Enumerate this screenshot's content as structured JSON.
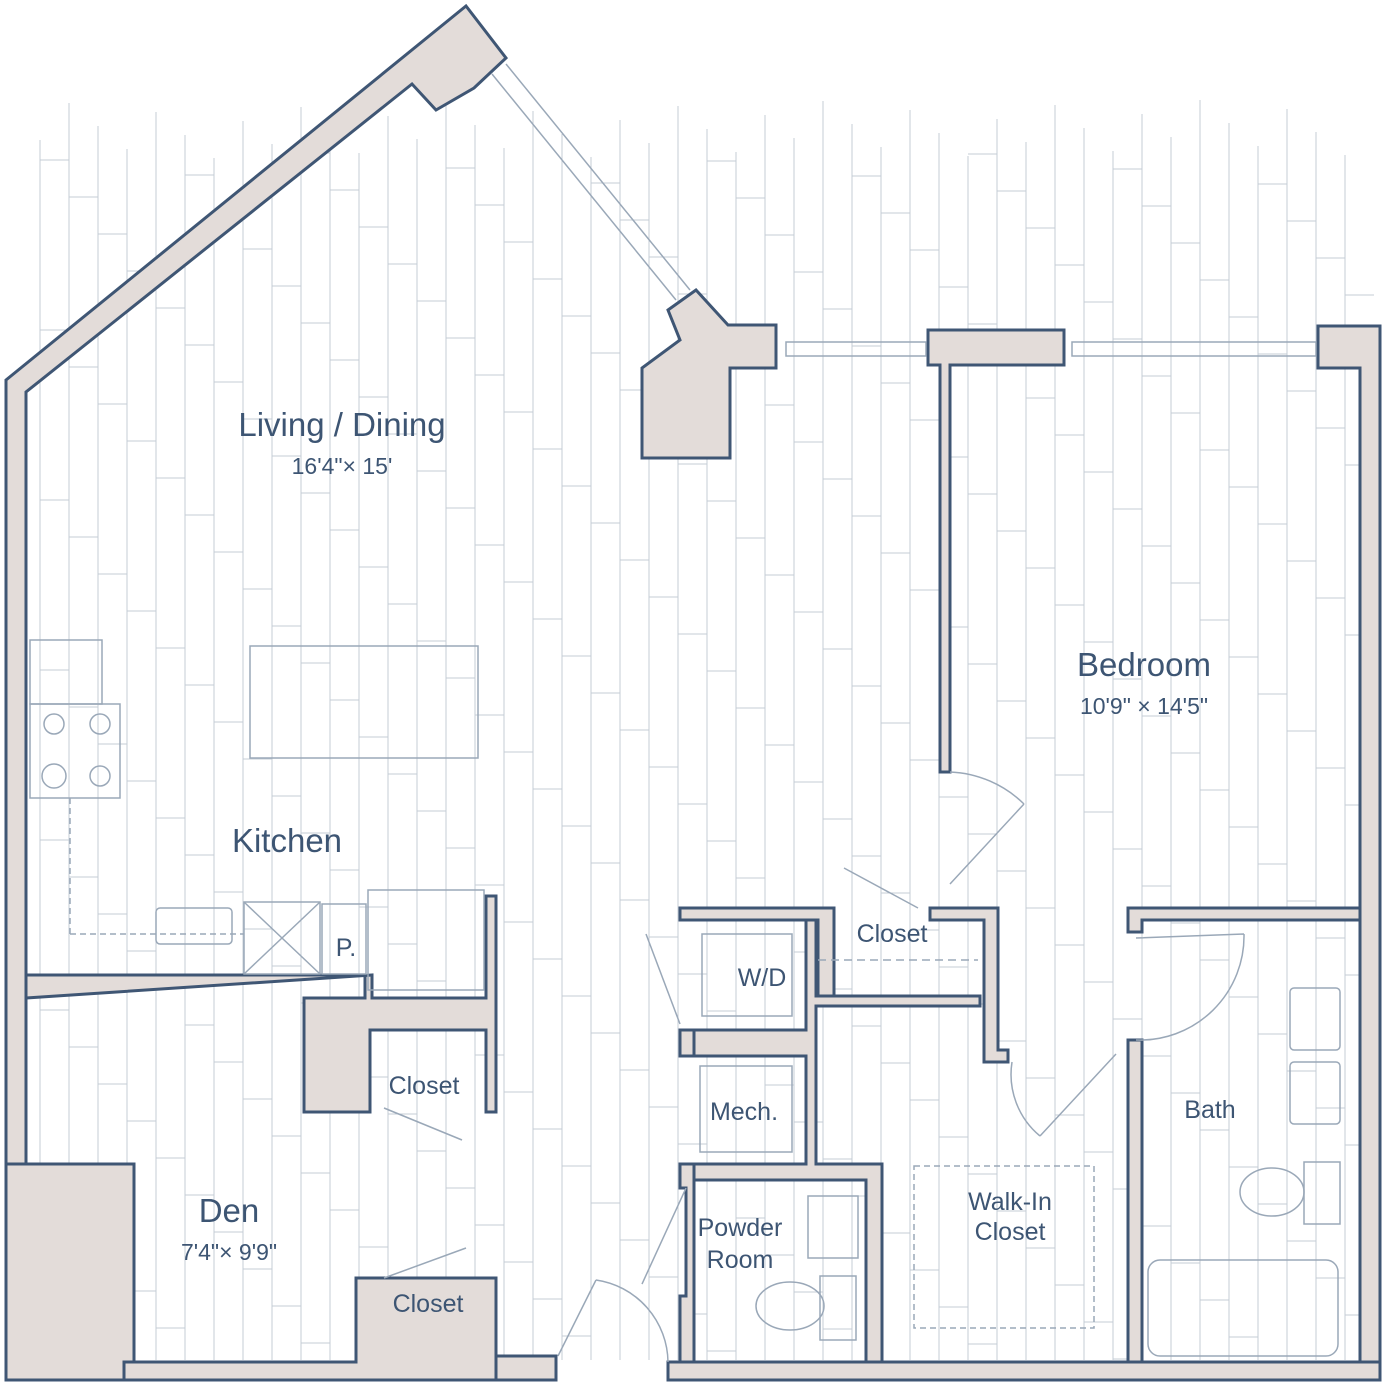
{
  "colors": {
    "wall_fill": "#e3dcd9",
    "wall_stroke": "#3f5674",
    "floor_line": "#c4ccd6",
    "fixture_line": "#9aa8b8",
    "label": "#3d5573"
  },
  "rooms": {
    "living_dining": {
      "name": "Living / Dining",
      "dims": "16'4\"× 15'"
    },
    "kitchen": {
      "name": "Kitchen"
    },
    "bedroom": {
      "name": "Bedroom",
      "dims": "10'9\" × 14'5\""
    },
    "den": {
      "name": "Den",
      "dims": "7'4\"× 9'9\""
    },
    "closet_kitchen": {
      "name": "Closet"
    },
    "closet_den": {
      "name": "Closet"
    },
    "closet_hall": {
      "name": "Closet"
    },
    "walk_in_closet": {
      "line1": "Walk-In",
      "line2": "Closet"
    },
    "powder_room": {
      "line1": "Powder",
      "line2": "Room"
    },
    "bath": {
      "name": "Bath"
    },
    "washer_dryer": {
      "name": "W/D"
    },
    "mechanical": {
      "name": "Mech."
    },
    "pantry": {
      "name": "P."
    }
  }
}
